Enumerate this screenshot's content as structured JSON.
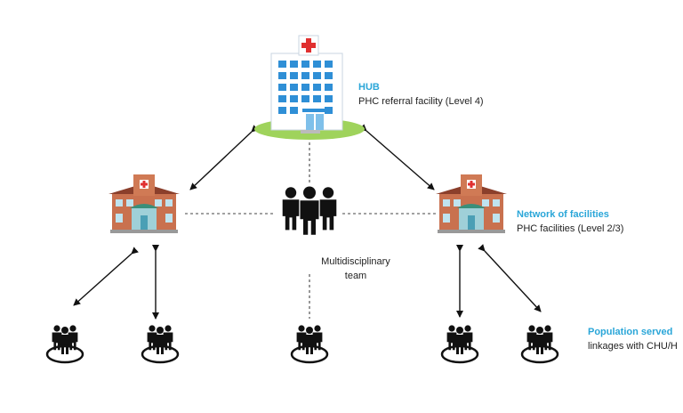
{
  "hub": {
    "title": "HUB",
    "subtitle": "PHC referral facility (Level 4)"
  },
  "network": {
    "title": "Network of facilities",
    "subtitle": "PHC facilities (Level 2/3)"
  },
  "team": {
    "line1": "Multidisciplinary",
    "line2": "team"
  },
  "population": {
    "title": "Population served",
    "subtitle": "linkages with CHU/H"
  },
  "colors": {
    "accent": "#2aa6d8",
    "hospital_blue": "#2f8fd6",
    "roof_green": "#9fd35c",
    "cross_red": "#e03030",
    "brick": "#b8654a",
    "icon_black": "#111111"
  },
  "icons": {
    "hub": "hospital-icon",
    "facility": "clinic-icon",
    "team": "team-icon",
    "population": "community-group-icon"
  }
}
